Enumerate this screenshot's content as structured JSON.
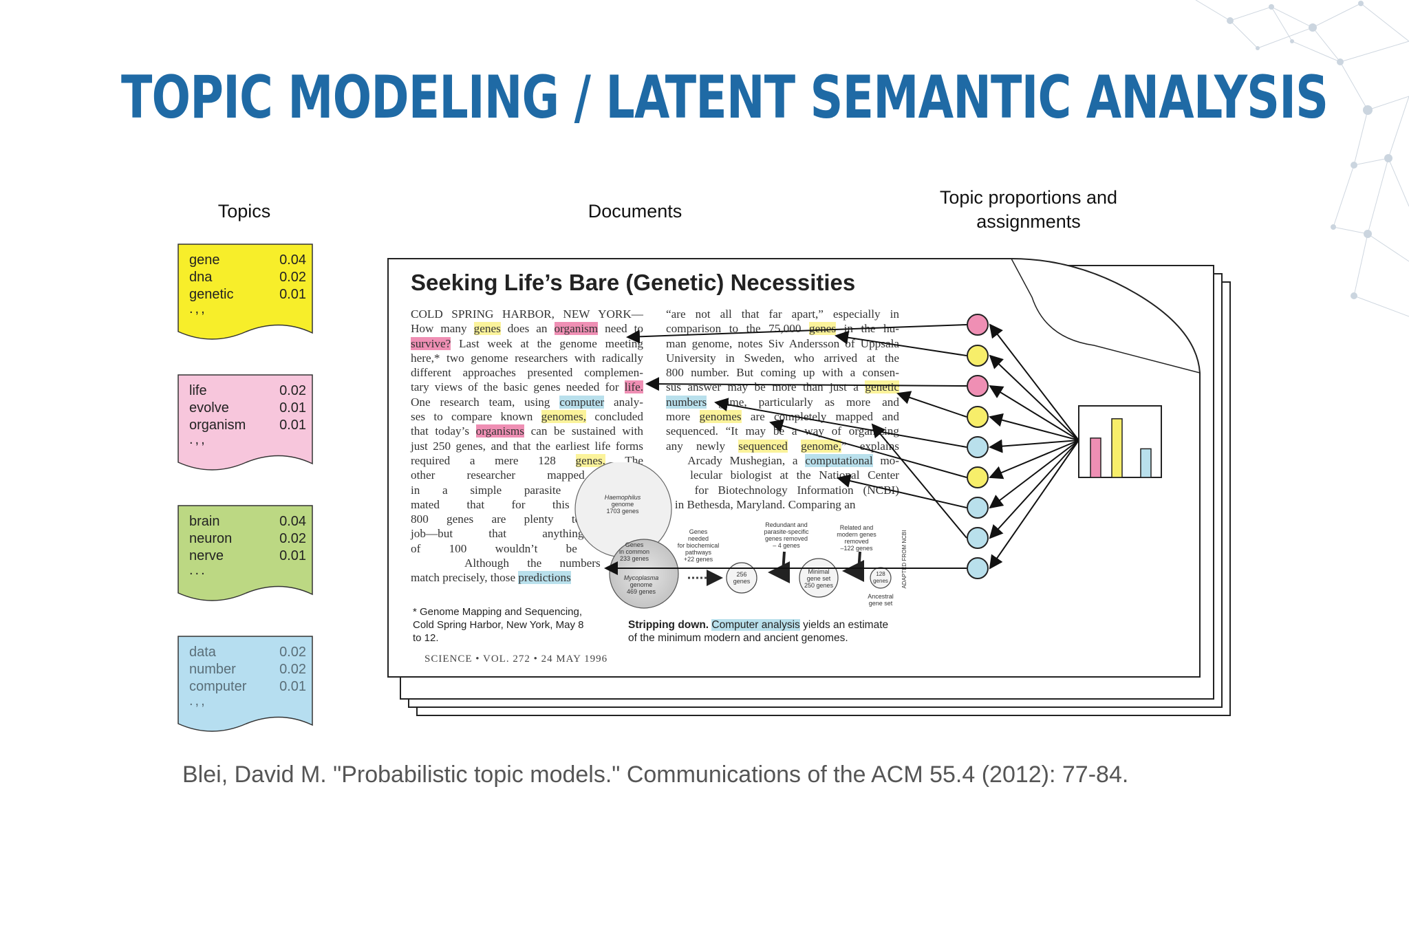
{
  "slide": {
    "title": "TOPIC MODELING / LATENT SEMANTIC ANALYSIS",
    "citation": "Blei, David M. \"Probabilistic topic models.\" Communications of the ACM 55.4 (2012): 77-84."
  },
  "headers": {
    "topics": "Topics",
    "documents": "Documents",
    "proportions": "Topic proportions and assignments"
  },
  "topics": [
    {
      "color": "#f7ee2a",
      "text_color": "#222222",
      "words": [
        {
          "w": "gene",
          "p": "0.04"
        },
        {
          "w": "dna",
          "p": "0.02"
        },
        {
          "w": "genetic",
          "p": "0.01"
        }
      ],
      "more": ".,,"
    },
    {
      "color": "#f7c6dc",
      "text_color": "#222222",
      "words": [
        {
          "w": "life",
          "p": "0.02"
        },
        {
          "w": "evolve",
          "p": "0.01"
        },
        {
          "w": "organism",
          "p": "0.01"
        }
      ],
      "more": ".,,"
    },
    {
      "color": "#bcd883",
      "text_color": "#222222",
      "words": [
        {
          "w": "brain",
          "p": "0.04"
        },
        {
          "w": "neuron",
          "p": "0.02"
        },
        {
          "w": "nerve",
          "p": "0.01"
        }
      ],
      "more": "..."
    },
    {
      "color": "#b6def0",
      "text_color": "#5a6e78",
      "words": [
        {
          "w": "data",
          "p": "0.02"
        },
        {
          "w": "number",
          "p": "0.02"
        },
        {
          "w": "computer",
          "p": "0.01"
        }
      ],
      "more": ".,,"
    }
  ],
  "document": {
    "title": "Seeking Life’s Bare (Genetic) Necessities",
    "left_column": [
      [
        {
          "t": "COLD SPRING HARBOR, NEW YORK—"
        }
      ],
      [
        {
          "t": "How many "
        },
        {
          "t": "genes",
          "h": "yellow"
        },
        {
          "t": " does an "
        },
        {
          "t": "organism",
          "h": "pink"
        },
        {
          "t": " need to"
        }
      ],
      [
        {
          "t": "survive?",
          "h": "pink"
        },
        {
          "t": " Last week at the genome meeting"
        }
      ],
      [
        {
          "t": "here,* two genome researchers with radically"
        }
      ],
      [
        {
          "t": "different approaches presented complemen-"
        }
      ],
      [
        {
          "t": "tary views of the basic genes needed for "
        },
        {
          "t": "life.",
          "h": "pink"
        }
      ],
      [
        {
          "t": "One research team, using "
        },
        {
          "t": "computer",
          "h": "blue"
        },
        {
          "t": " analy-"
        }
      ],
      [
        {
          "t": "ses to compare known "
        },
        {
          "t": "genomes,",
          "h": "yellow"
        },
        {
          "t": " concluded"
        }
      ],
      [
        {
          "t": "that today’s "
        },
        {
          "t": "organisms",
          "h": "pink"
        },
        {
          "t": " can be sustained with"
        }
      ],
      [
        {
          "t": "just 250 genes, and that the earliest life forms"
        }
      ],
      [
        {
          "t": "required a mere 128 "
        },
        {
          "t": "genes.",
          "h": "yellow"
        },
        {
          "t": " The"
        }
      ],
      [
        {
          "t": "other researcher mapped genes"
        }
      ],
      [
        {
          "t": "in a simple parasite and esti-"
        }
      ],
      [
        {
          "t": "mated that for this organism,"
        }
      ],
      [
        {
          "t": "800 genes are plenty to do the"
        }
      ],
      [
        {
          "t": "job—but that anything short"
        }
      ],
      [
        {
          "t": "of 100 wouldn’t be enough."
        }
      ],
      [
        {
          "t": "   Although the numbers don’t"
        }
      ],
      [
        {
          "t": "match precisely, those "
        },
        {
          "t": "predictions",
          "h": "blue"
        }
      ]
    ],
    "right_column": [
      [
        {
          "t": "“are not all that far apart,” especially in"
        }
      ],
      [
        {
          "t": "comparison to the 75,000 "
        },
        {
          "t": "genes",
          "h": "yellow"
        },
        {
          "t": " in the hu-"
        }
      ],
      [
        {
          "t": "man genome, notes Siv Andersson of Uppsala"
        }
      ],
      [
        {
          "t": "University in Sweden, who arrived at the"
        }
      ],
      [
        {
          "t": "800 number. But coming up with a consen-"
        }
      ],
      [
        {
          "t": "sus answer may be more than just a "
        },
        {
          "t": "genetic",
          "h": "yellow"
        }
      ],
      [
        {
          "t": "numbers",
          "h": "blue"
        },
        {
          "t": " game, particularly as more and"
        }
      ],
      [
        {
          "t": "more "
        },
        {
          "t": "genomes",
          "h": "yellow"
        },
        {
          "t": " are completely mapped and"
        }
      ],
      [
        {
          "t": "sequenced. “It may be a way of organizing"
        }
      ],
      [
        {
          "t": "any newly "
        },
        {
          "t": "sequenced",
          "h": "yellow"
        },
        {
          "t": " "
        },
        {
          "t": "genome,",
          "h": "yellow"
        },
        {
          "t": "” explains"
        }
      ],
      [
        {
          "t": "   Arcady Mushegian, a "
        },
        {
          "t": "computational",
          "h": "blue"
        },
        {
          "t": " mo-"
        }
      ],
      [
        {
          "t": "   lecular biologist at the National Center"
        }
      ],
      [
        {
          "t": "   for Biotechnology Information (NCBI)"
        }
      ],
      [
        {
          "t": "   in Bethesda, Maryland. Comparing an"
        }
      ]
    ],
    "footnote": "* Genome Mapping and Sequencing, Cold Spring Harbor, New York, May 8 to 12.",
    "caption_bold": "Stripping down.",
    "caption_highlight": "Computer analysis",
    "caption_rest": " yields an estimate of the minimum modern and ancient genomes.",
    "journal": "SCIENCE  •  VOL. 272  •  24 MAY 1996",
    "figure": {
      "haemophilus": [
        "Haemophilus",
        "genome",
        "1703 genes"
      ],
      "mycoplasma": [
        "Mycoplasma",
        "genome",
        "469 genes"
      ],
      "common": [
        "Genes",
        "in common",
        "233 genes"
      ],
      "needed": [
        "Genes",
        "needed",
        "for biochemical",
        "pathways",
        "+22 genes"
      ],
      "redundant": [
        "Redundant and",
        "parasite-specific",
        "genes removed",
        "– 4 genes"
      ],
      "related": [
        "Related and",
        "modern genes",
        "removed",
        "–122 genes"
      ],
      "g256": [
        "256",
        "genes"
      ],
      "minimal": [
        "Minimal",
        "gene set",
        "250 genes"
      ],
      "g128": [
        "128",
        "genes"
      ],
      "ancestral": [
        "Ancestral",
        "gene set"
      ],
      "adapted": "ADAPTED FROM NCBI"
    }
  },
  "proportions": {
    "circle_colors": [
      "#ef8fb4",
      "#f7ee6a",
      "#ef8fb4",
      "#f7ee6a",
      "#b9e0ec",
      "#f7ee6a",
      "#b9e0ec",
      "#b9e0ec",
      "#b9e0ec"
    ],
    "bar_values": [
      0.55,
      0.82,
      0.4
    ],
    "bar_colors": [
      "#ef8fb4",
      "#f7ee6a",
      "#b9e0ec"
    ]
  }
}
